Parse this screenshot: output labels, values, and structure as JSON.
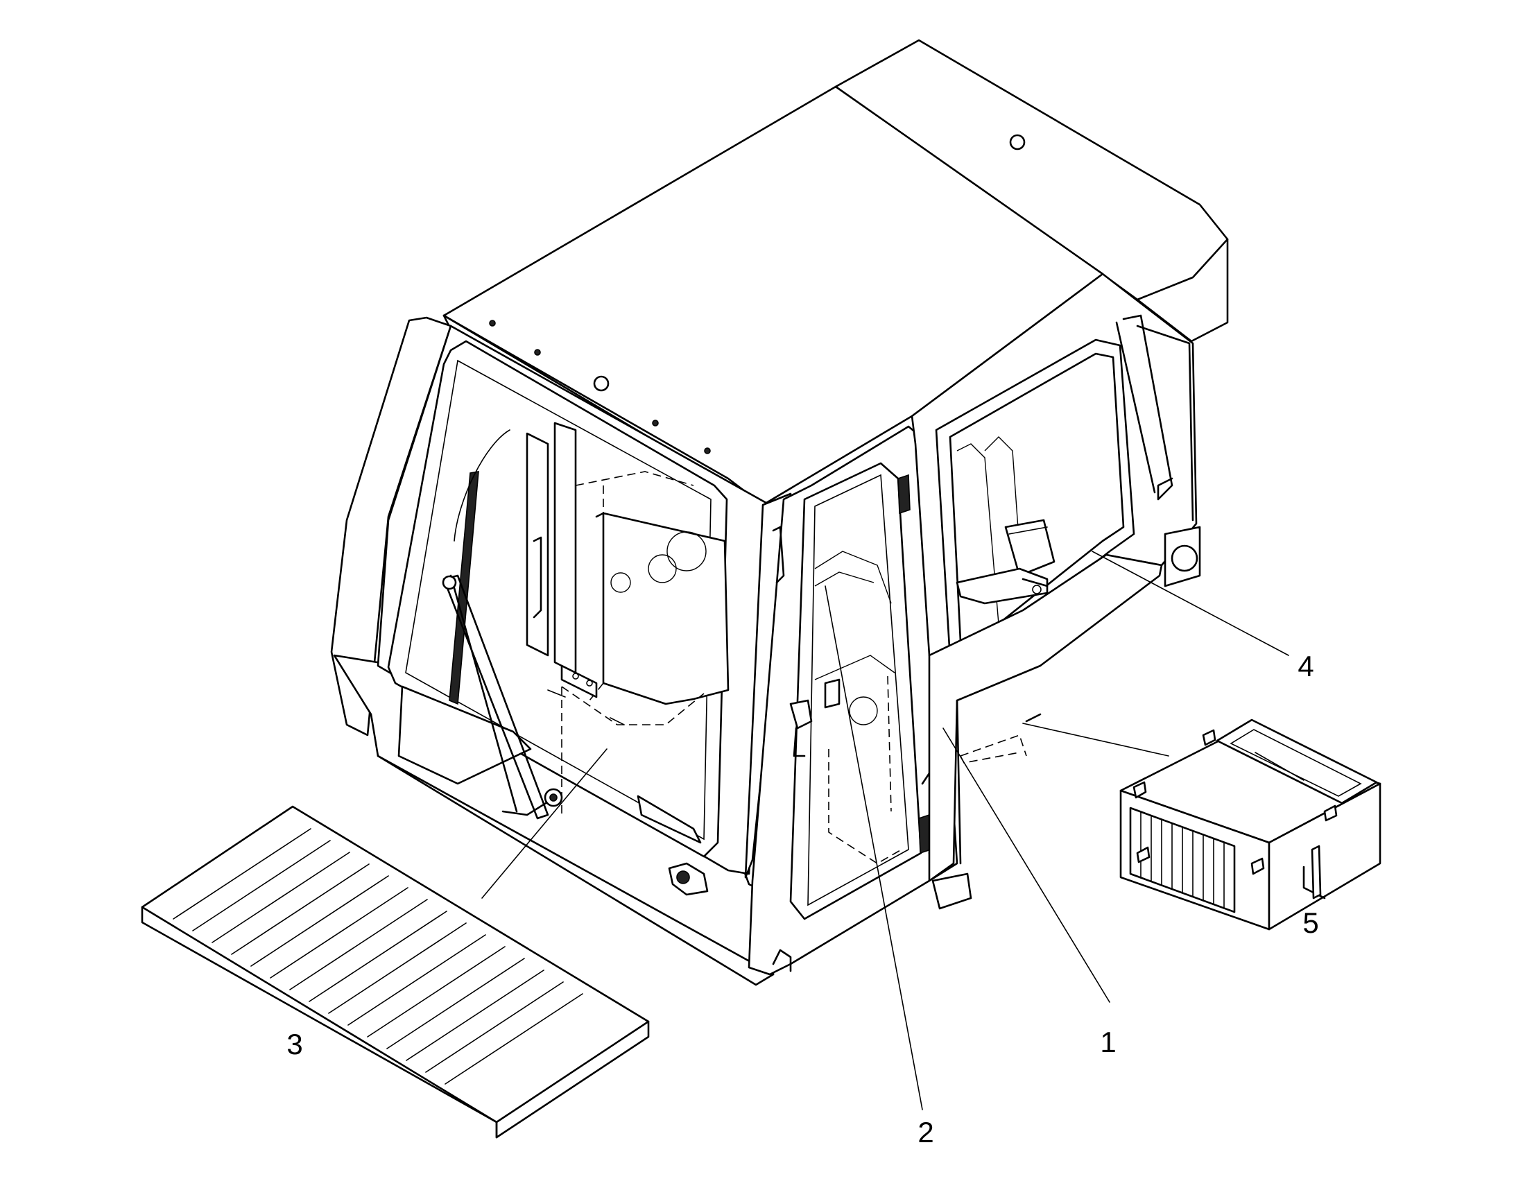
{
  "callouts": [
    {
      "id": "1",
      "label": "1",
      "part": "cab-body"
    },
    {
      "id": "2",
      "label": "2",
      "part": "door"
    },
    {
      "id": "3",
      "label": "3",
      "part": "floor-mat"
    },
    {
      "id": "4",
      "label": "4",
      "part": "seat"
    },
    {
      "id": "5",
      "label": "5",
      "part": "filter-box"
    }
  ]
}
